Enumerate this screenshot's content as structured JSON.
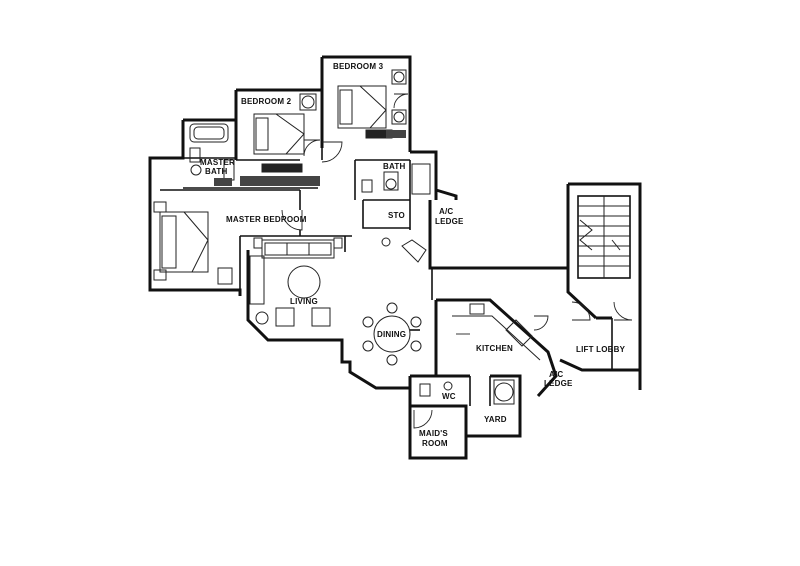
{
  "rooms": {
    "bedroom_3": "BEDROOM 3",
    "bedroom_2": "BEDROOM 2",
    "master_bath_line1": "MASTER",
    "master_bath_line2": "BATH",
    "bath": "BATH",
    "master_bedroom": "MASTER BEDROOM",
    "sto": "STO",
    "ac_ledge_upper_line1": "A/C",
    "ac_ledge_upper_line2": "LEDGE",
    "living": "LIVING",
    "dining": "DINING",
    "kitchen": "KITCHEN",
    "lift_lobby": "LIFT LOBBY",
    "ac_ledge_lower_line1": "A/C",
    "ac_ledge_lower_line2": "LEDGE",
    "wc": "WC",
    "yard": "YARD",
    "maids_room_line1": "MAID'S",
    "maids_room_line2": "ROOM"
  }
}
